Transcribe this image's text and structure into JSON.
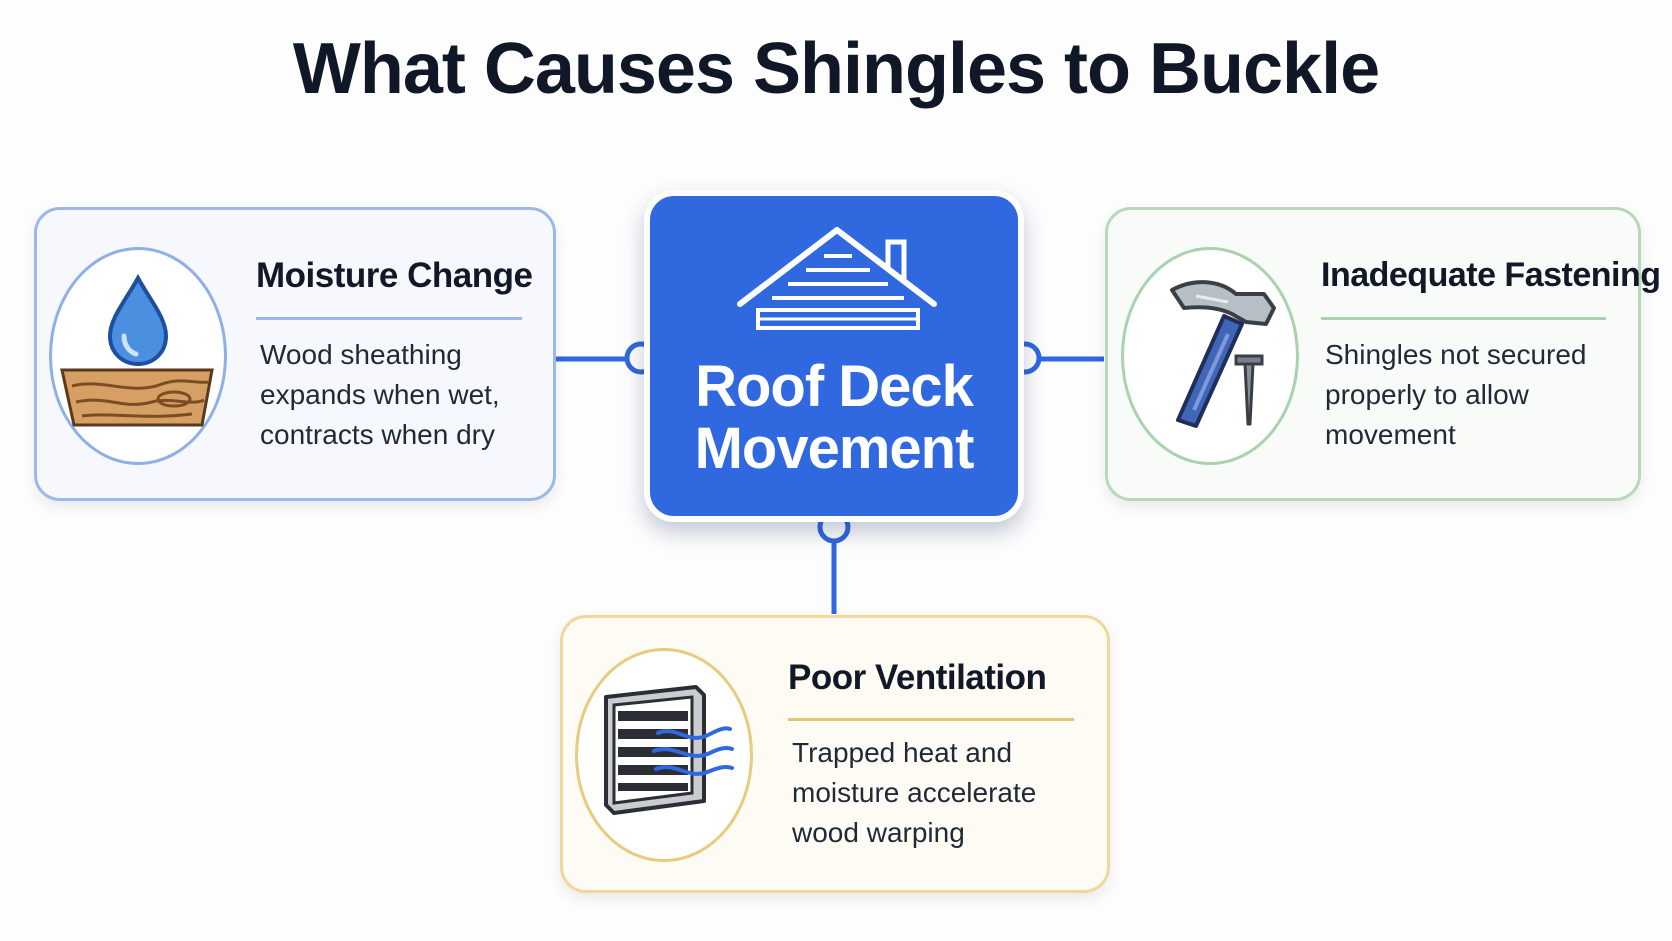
{
  "title": "What Causes Shingles to Buckle",
  "center": {
    "label_line1": "Roof Deck",
    "label_line2": "Movement",
    "icon": "house-roof-icon"
  },
  "causes": [
    {
      "id": "moisture",
      "title": "Moisture Change",
      "description": "Wood sheathing expands when wet, contracts when dry",
      "icon": "water-drop-wood-icon",
      "accent": "#9db7e9"
    },
    {
      "id": "fastening",
      "title": "Inadequate Fastening",
      "description": "Shingles not secured properly to allow movement",
      "icon": "hammer-nail-icon",
      "accent": "#a9d2ad"
    },
    {
      "id": "ventilation",
      "title": "Poor Ventilation",
      "description": "Trapped heat and moisture accelerate wood warping",
      "icon": "vent-airflow-icon",
      "accent": "#e4c56f"
    }
  ],
  "colors": {
    "center_fill": "#2f68df",
    "connector": "#2f68df",
    "title_text": "#101828"
  }
}
